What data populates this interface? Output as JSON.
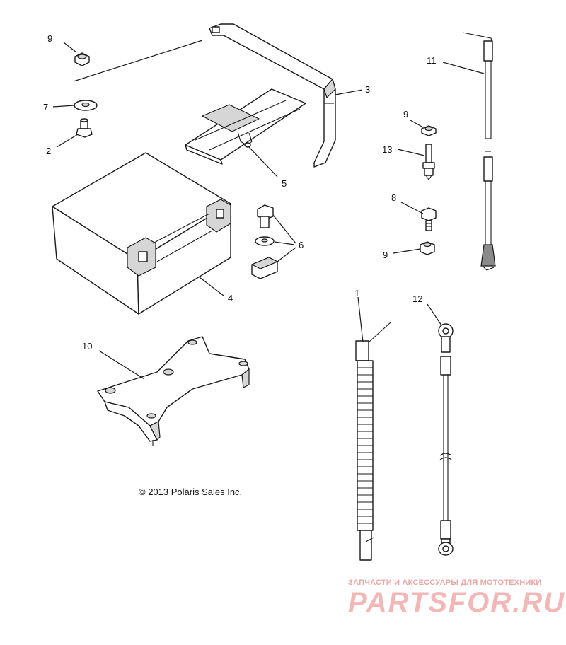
{
  "callouts": {
    "c1": "1",
    "c2": "2",
    "c3": "3",
    "c4": "4",
    "c5": "5",
    "c6": "6",
    "c7": "7",
    "c8": "8",
    "c9a": "9",
    "c9b": "9",
    "c9c": "9",
    "c10": "10",
    "c11": "11",
    "c12": "12",
    "c13": "13"
  },
  "copyright": "© 2013 Polaris Sales Inc.",
  "watermark": {
    "tagline": "ЗАПЧАСТИ И АКСЕССУАРЫ ДЛЯ МОТОТЕХНИКИ",
    "logo": "PARTSFOR.RU"
  },
  "colors": {
    "line": "#1a1a1a",
    "watermark": "#f2b8b8"
  }
}
